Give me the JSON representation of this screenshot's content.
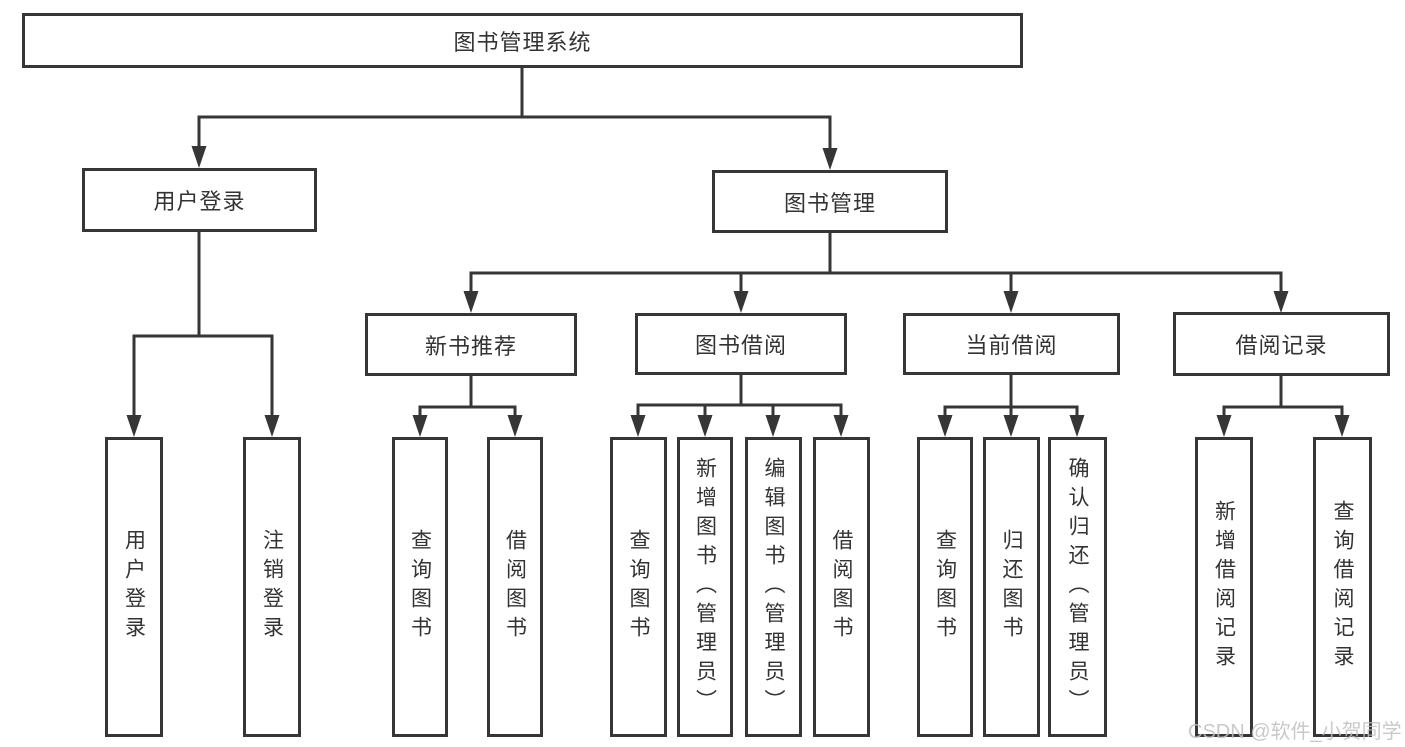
{
  "colors": {
    "line": "#363636",
    "text": "#333333",
    "watermark_gray": "#c0c0c0",
    "background": "#ffffff"
  },
  "watermark": {
    "text": "CSDN @软件_小贺同学"
  },
  "tree": {
    "label": "图书管理系统",
    "children": [
      {
        "label": "用户登录",
        "children": [
          {
            "label": "用户登录"
          },
          {
            "label": "注销登录"
          }
        ]
      },
      {
        "label": "图书管理",
        "children": [
          {
            "label": "新书推荐",
            "children": [
              {
                "label": "查询图书"
              },
              {
                "label": "借阅图书"
              }
            ]
          },
          {
            "label": "图书借阅",
            "children": [
              {
                "label": "查询图书"
              },
              {
                "label": "新增图书（管理员）"
              },
              {
                "label": "编辑图书（管理员）"
              },
              {
                "label": "借阅图书"
              }
            ]
          },
          {
            "label": "当前借阅",
            "children": [
              {
                "label": "查询图书"
              },
              {
                "label": "归还图书"
              },
              {
                "label": "确认归还（管理员）"
              }
            ]
          },
          {
            "label": "借阅记录",
            "children": [
              {
                "label": "新增借阅记录"
              },
              {
                "label": "查询借阅记录"
              }
            ]
          }
        ]
      }
    ]
  }
}
